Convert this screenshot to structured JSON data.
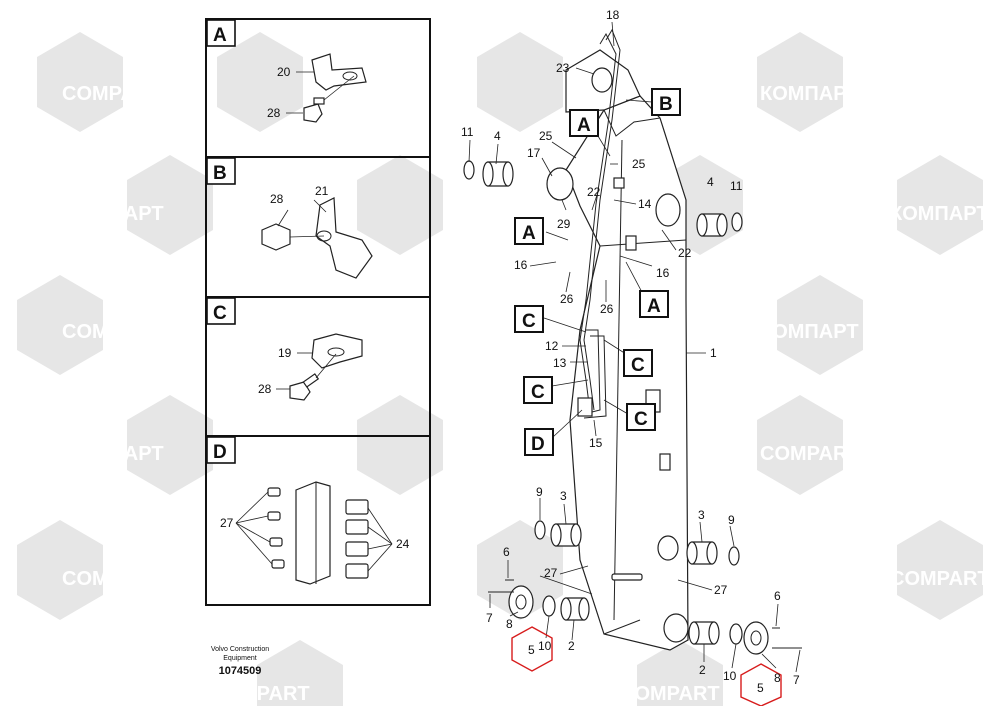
{
  "watermark_text": "КОМПАРТ",
  "watermark_text_alt": "COMPART",
  "detail_panels": [
    {
      "key": "A",
      "labels": [
        "20",
        "28"
      ]
    },
    {
      "key": "B",
      "labels": [
        "28",
        "21"
      ]
    },
    {
      "key": "C",
      "labels": [
        "19",
        "28"
      ]
    },
    {
      "key": "D",
      "labels": [
        "27",
        "24"
      ]
    }
  ],
  "callouts": {
    "A": "A",
    "B": "B",
    "C": "C",
    "D": "D"
  },
  "part_numbers": {
    "p1": "1",
    "p2": "2",
    "p3": "3",
    "p4": "4",
    "p5": "5",
    "p6": "6",
    "p7": "7",
    "p8": "8",
    "p9": "9",
    "p10": "10",
    "p11": "11",
    "p12": "12",
    "p13": "13",
    "p14": "14",
    "p15": "15",
    "p16": "16",
    "p17": "17",
    "p18": "18",
    "p22": "22",
    "p23": "23",
    "p25": "25",
    "p26": "26",
    "p27": "27",
    "p29": "29"
  },
  "footer": {
    "brand_line1": "Volvo Construction",
    "brand_line2": "Equipment",
    "drawing_number": "1074509"
  },
  "colors": {
    "watermark": "#e6e6e6",
    "hex_marker": "#d71c1c",
    "ink": "#111111"
  }
}
